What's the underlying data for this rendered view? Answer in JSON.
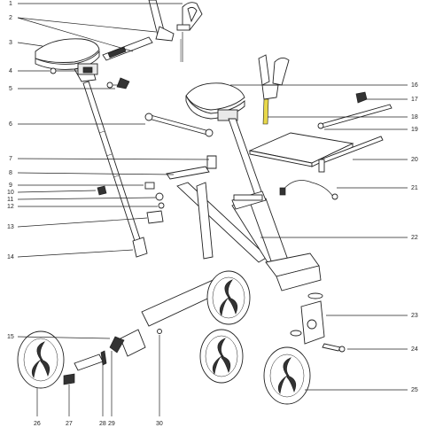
{
  "diagram": {
    "callouts": [
      {
        "id": 1,
        "label": "1"
      },
      {
        "id": 2,
        "label": "2"
      },
      {
        "id": 3,
        "label": "3"
      },
      {
        "id": 4,
        "label": "4"
      },
      {
        "id": 5,
        "label": "5"
      },
      {
        "id": 6,
        "label": "6"
      },
      {
        "id": 7,
        "label": "7"
      },
      {
        "id": 8,
        "label": "8"
      },
      {
        "id": 9,
        "label": "9"
      },
      {
        "id": 10,
        "label": "10"
      },
      {
        "id": 11,
        "label": "11"
      },
      {
        "id": 12,
        "label": "12"
      },
      {
        "id": 13,
        "label": "13"
      },
      {
        "id": 14,
        "label": "14"
      },
      {
        "id": 15,
        "label": "15"
      },
      {
        "id": 16,
        "label": "16"
      },
      {
        "id": 17,
        "label": "17"
      },
      {
        "id": 18,
        "label": "18"
      },
      {
        "id": 19,
        "label": "19"
      },
      {
        "id": 20,
        "label": "20"
      },
      {
        "id": 21,
        "label": "21"
      },
      {
        "id": 22,
        "label": "22"
      },
      {
        "id": 23,
        "label": "23"
      },
      {
        "id": 24,
        "label": "24"
      },
      {
        "id": 25,
        "label": "25"
      },
      {
        "id": 26,
        "label": "26"
      },
      {
        "id": 27,
        "label": "27"
      },
      {
        "id": 28,
        "label": "28"
      },
      {
        "id": 29,
        "label": "29"
      },
      {
        "id": 30,
        "label": "30"
      }
    ],
    "colors": {
      "line": "#222222",
      "highlight": "#e8d84a",
      "background": "#ffffff"
    }
  }
}
